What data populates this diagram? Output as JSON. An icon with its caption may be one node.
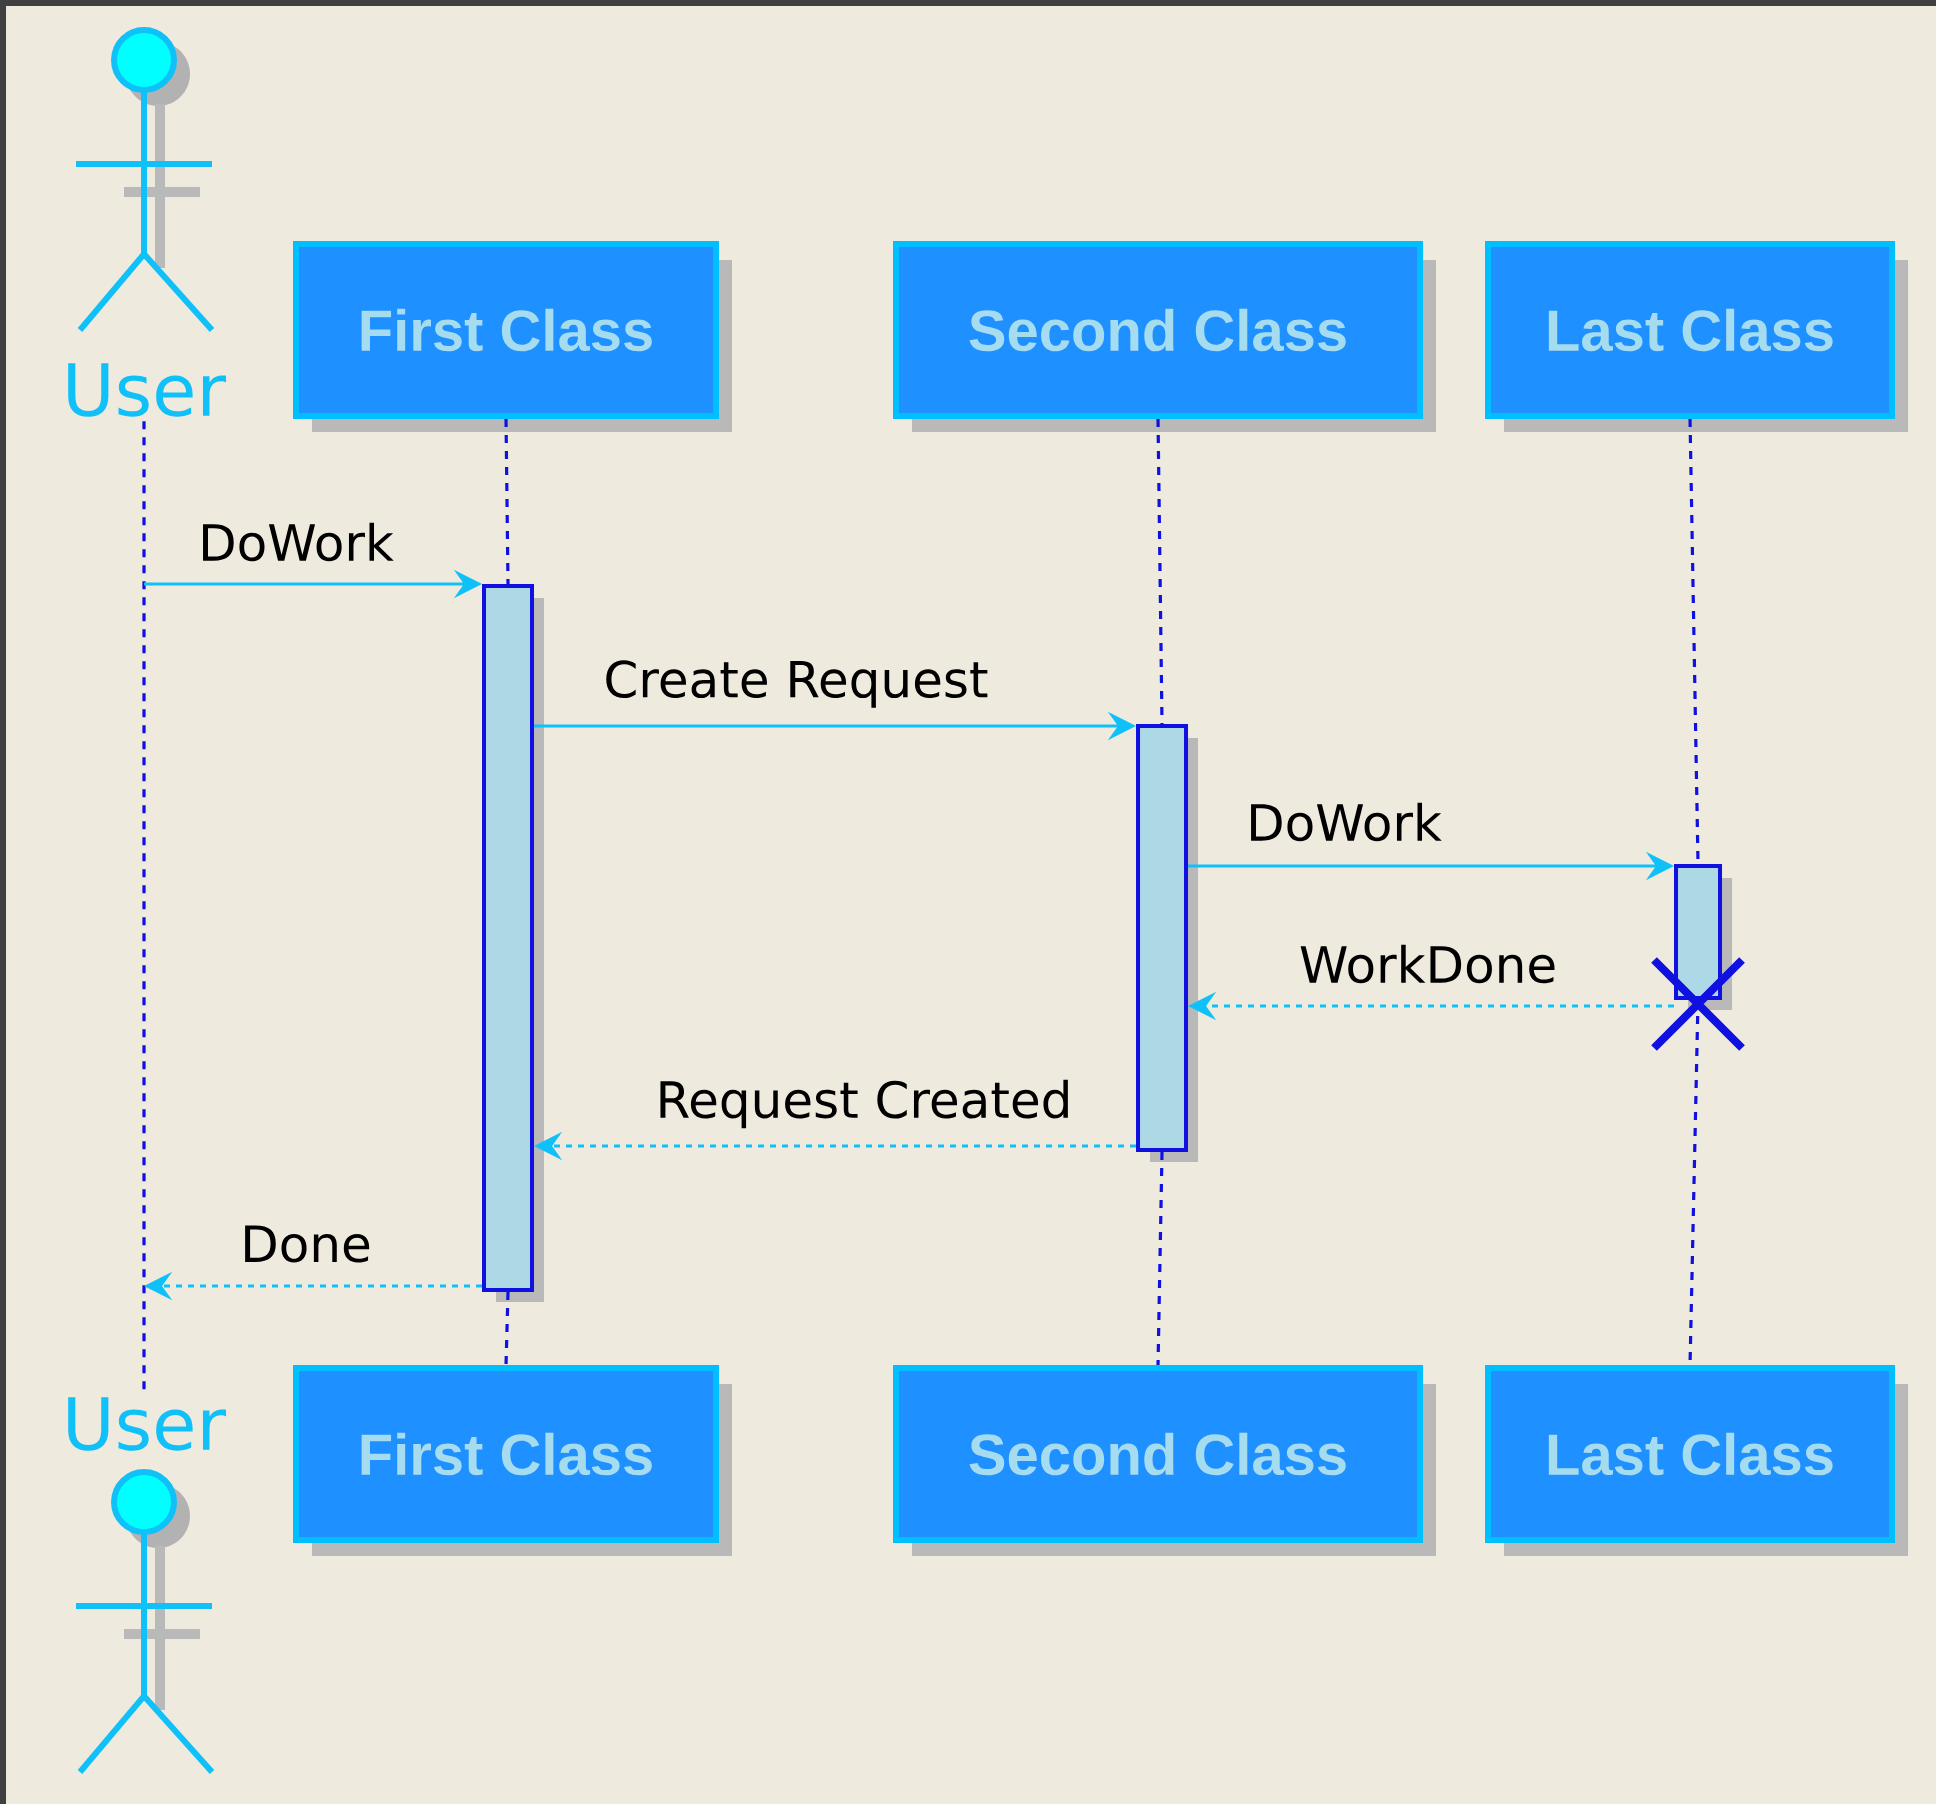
{
  "diagram": {
    "nodes": [
      {
        "text": [
          "User"
        ]
      },
      {
        "text": [
          "First Class"
        ]
      },
      {
        "text": [
          "Second Class"
        ]
      },
      {
        "text": [
          "Last Class"
        ]
      },
      {
        "text": [
          "User"
        ]
      },
      {
        "text": [
          "First Class"
        ]
      },
      {
        "text": [
          "Second Class"
        ]
      },
      {
        "text": [
          "Last Class"
        ]
      },
      {
        "text": [],
        "shape": "bar"
      },
      {
        "text": [],
        "shape": "bar"
      },
      {
        "text": [],
        "shape": "bar"
      }
    ],
    "edges": [
      {
        "from": 0,
        "to": 4,
        "arrow": "none",
        "style": "dashed"
      },
      {
        "from": 1,
        "to": 8,
        "arrow": "none",
        "style": "dashed"
      },
      {
        "from": 8,
        "to": 5,
        "arrow": "none",
        "style": "dashed"
      },
      {
        "from": 2,
        "to": 9,
        "arrow": "none",
        "style": "dashed"
      },
      {
        "from": 9,
        "to": 6,
        "arrow": "none",
        "style": "dashed"
      },
      {
        "from": 3,
        "to": 10,
        "arrow": "none",
        "style": "dashed"
      },
      {
        "from": 10,
        "to": 7,
        "arrow": "none",
        "style": "dashed"
      },
      {
        "from": null,
        "to": 8,
        "arrow": "to",
        "label": "DoWork",
        "color": "#10c0f8"
      },
      {
        "from": 8,
        "to": 9,
        "arrow": "to",
        "label": "Create Request",
        "color": "#10c0f8"
      },
      {
        "from": 9,
        "to": 10,
        "arrow": "to",
        "label": "DoWork",
        "color": "#10c0f8"
      },
      {
        "from": 10,
        "to": 9,
        "arrow": "to",
        "label": "WorkDone",
        "style": "dashed",
        "color": "#10c0f8"
      },
      {
        "from": 9,
        "to": 8,
        "arrow": "to",
        "label": "Request Created",
        "style": "dashed",
        "color": "#10c0f8"
      },
      {
        "from": 8,
        "to": null,
        "arrow": "to",
        "label": "Done",
        "style": "dashed",
        "color": "#10c0f8"
      }
    ]
  }
}
